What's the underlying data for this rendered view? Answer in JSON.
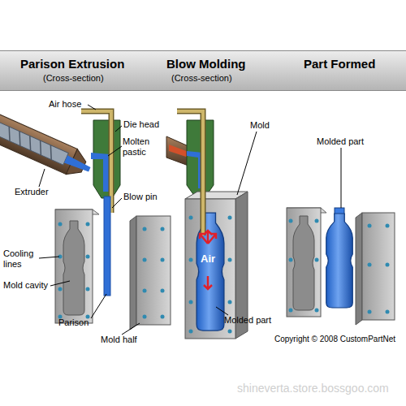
{
  "diagram": {
    "nodes": [
      {
        "text": [
          "Parison Extrusion",
          "(Cross-section)",
          "Blow Molding",
          "(Cross-section)",
          "Part Formed"
        ]
      }
    ],
    "labels": [
      "Air hose",
      "Die head",
      "Molten pastic",
      "Extruder",
      "Blow pin",
      "Cooling lines",
      "Mold cavity",
      "Parison",
      "Mold half",
      "Mold",
      "Air",
      "Molded part",
      "Molded part",
      "Copyright © 2008 CustomPartNet",
      "shineverta.store.bossgoo.com"
    ]
  }
}
